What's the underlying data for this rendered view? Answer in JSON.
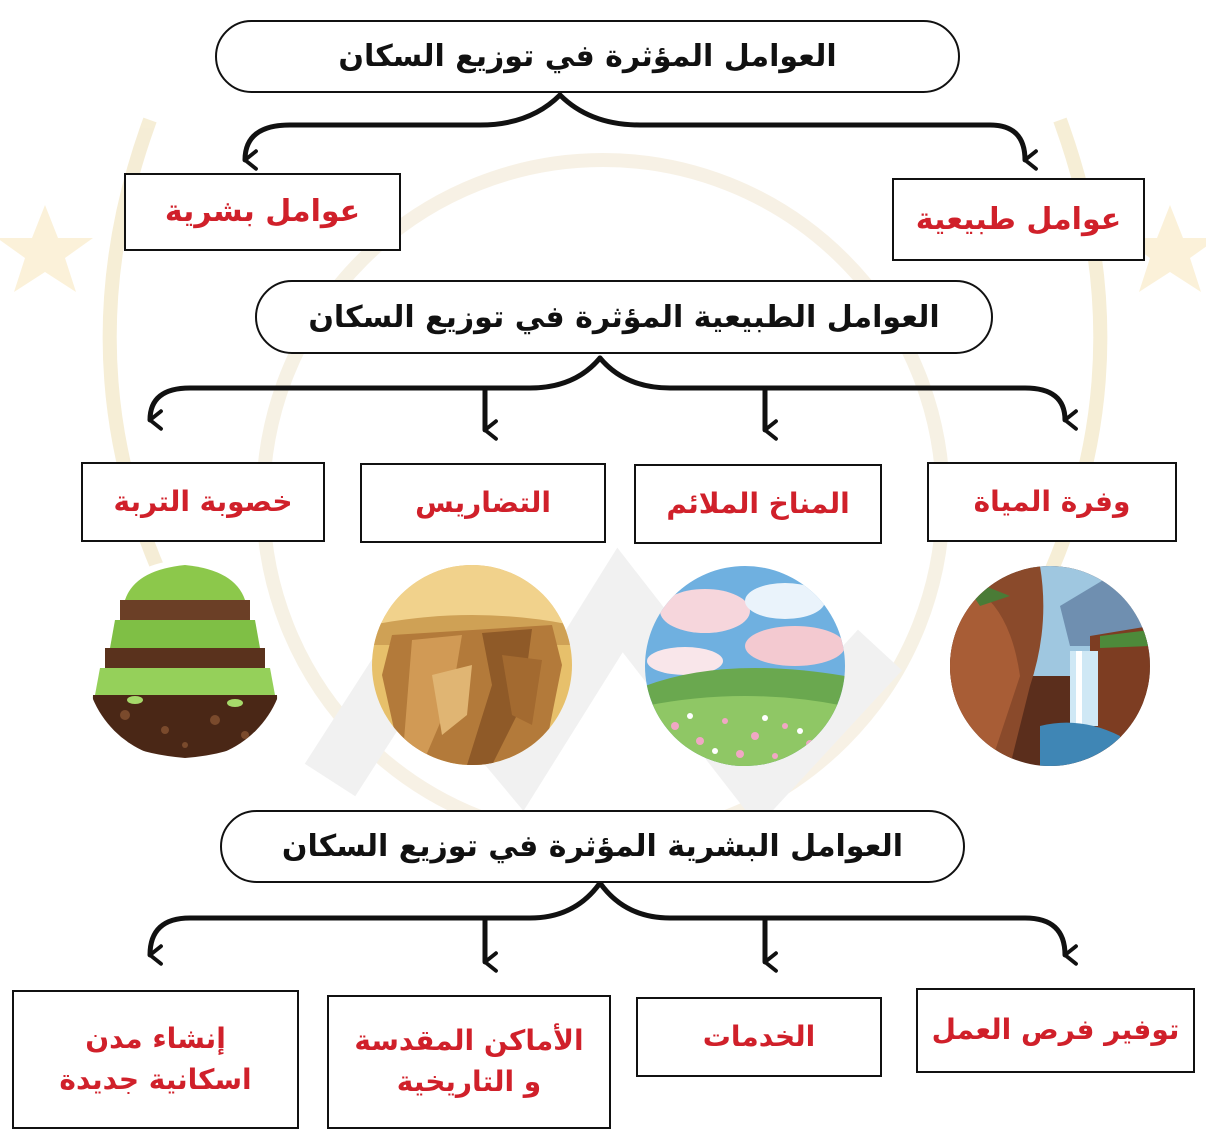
{
  "title_main": "العوامل المؤثرة في توزيع السكان",
  "main_branches": [
    "عوامل طبيعية",
    "عوامل بشرية"
  ],
  "natural": {
    "title": "العوامل الطبيعية المؤثرة في توزيع السكان",
    "items": [
      "وفرة المياة",
      "المناخ الملائم",
      "التضاريس",
      "خصوبة التربة"
    ]
  },
  "human": {
    "title": "العوامل البشرية المؤثرة في توزيع السكان",
    "items": [
      "توفير فرص العمل",
      "الخدمات",
      "الأماكن المقدسة\nو التاريخية",
      "إنشاء مدن\nاسكانية جديدة"
    ]
  },
  "colors": {
    "title_text": "#111111",
    "item_text": "#d0202a",
    "watermark": "#f3e7c6"
  },
  "icons": [
    "waterfall-icon",
    "meadow-icon",
    "cliff-icon",
    "soil-layers-icon"
  ]
}
